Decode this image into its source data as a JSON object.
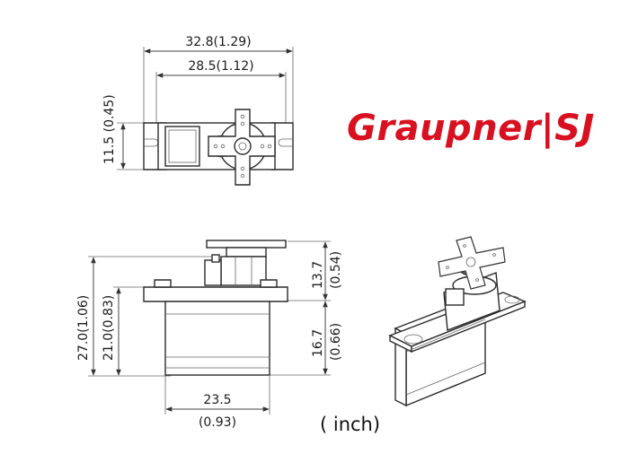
{
  "brand": {
    "logo_text": "Graupner|SJ",
    "logo_color": "#d8101f"
  },
  "units_note": "( inch)",
  "dimensions": {
    "overall_width": "32.8(1.29)",
    "mount_hole_spacing": "28.5(1.12)",
    "body_depth": "11.5 (0.45)",
    "total_height": "27.0(1.06)",
    "body_height": "21.0(0.83)",
    "top_height_mm": "13.7",
    "top_height_in": "(0.54)",
    "lower_height_mm": "16.7",
    "lower_height_in": "(0.66)",
    "body_width_mm": "23.5",
    "body_width_in": "(0.93)"
  },
  "icons": {
    "top_view": "servo-top-view-icon",
    "side_view": "servo-side-view-icon",
    "iso_view": "servo-isometric-view-icon"
  }
}
